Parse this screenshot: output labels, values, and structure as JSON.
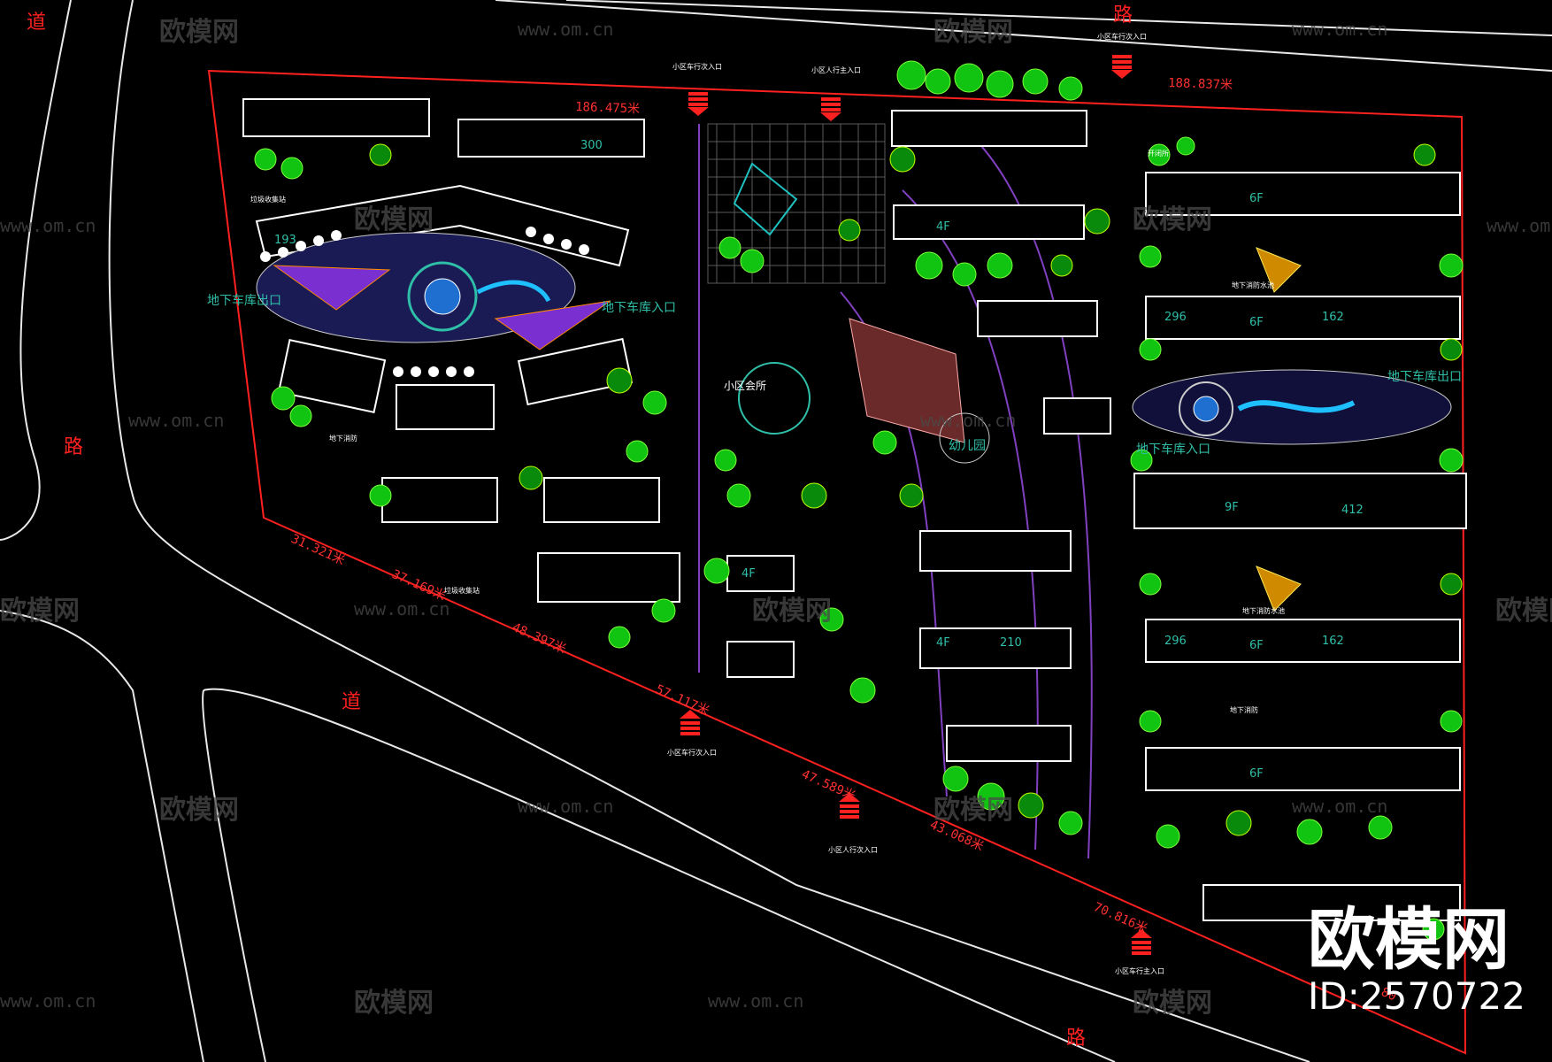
{
  "roads": {
    "top_left": "道",
    "top_right": "路",
    "left": "路",
    "left_lower": "道",
    "bottom": "路"
  },
  "dimensions": {
    "top_left_edge": "186.475米",
    "top_right_edge": "188.837米",
    "sw_1": "31.321米",
    "sw_2": "37.169米",
    "sw_3": "48.397米",
    "sw_4": "57.117米",
    "se_1": "47.589米",
    "se_2": "43.068米",
    "se_3": "70.816米",
    "se_4": "80"
  },
  "entrances": {
    "north_vehicle_1": "小区车行次入口",
    "north_pedestrian": "小区人行主入口",
    "north_vehicle_2": "小区车行次入口",
    "south_vehicle": "小区车行次入口",
    "south_pedestrian": "小区人行次入口",
    "south_vehicle_main": "小区车行主入口"
  },
  "annotations": {
    "garage_exit_west": "地下车库出口",
    "garage_entry_west": "地下车库入口",
    "garage_exit_east": "地下车库出口",
    "garage_entry_east": "地下车库入口",
    "clubhouse": "小区会所",
    "kindergarten": "幼儿园",
    "garbage_1": "垃圾收集站",
    "garbage_2": "垃圾收集站",
    "firefighting_1": "地下消防",
    "firefighting_2": "地下消防水池",
    "firefighting_3": "地下消防水池",
    "firefighting_4": "地下消防",
    "switch_room": "开闭所",
    "label_300": "300",
    "label_193": "193",
    "label_4f_a": "4F",
    "label_4f_b": "4F",
    "label_4f_c": "4F",
    "label_210": "210",
    "label_6f_a": "6F",
    "label_6f_b": "6F",
    "label_6f_c": "6F",
    "label_6f_d": "6F",
    "label_296_a": "296",
    "label_162_a": "162",
    "label_9f": "9F",
    "label_412": "412",
    "label_296_b": "296",
    "label_162_b": "162"
  },
  "watermark": {
    "logo_text": "欧模网",
    "url": "www.om.cn",
    "big_logo": "欧模网",
    "id_text": "ID:2570722"
  },
  "colors": {
    "background": "#000000",
    "site_boundary": "#ff2020",
    "building_outline": "#ffffff",
    "vegetation": "#11c411",
    "annotation": "#2fbfa8"
  }
}
